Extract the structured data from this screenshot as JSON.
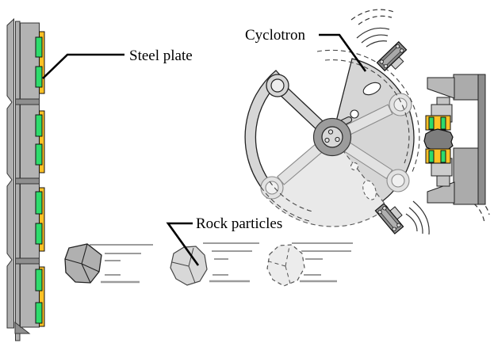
{
  "labels": {
    "cyclotron": "Cyclotron",
    "steel_plate": "Steel plate",
    "rock_particles": "Rock particles"
  },
  "palette": {
    "background": "#ffffff",
    "steel_panel_gray": "#b3b3b3",
    "rotor_gray": "#d6d6d6",
    "ghost_gray": "#e9e9e9",
    "hub_gray": "#9c9c9c",
    "frame_dark_gray": "#8c8c8c",
    "pad_orange": "#ffc125",
    "pad_green": "#2edb6b",
    "rock_dark_gray": "#7d7d7d",
    "outline": "#222222"
  },
  "components": {
    "steel_plate_assembly": {
      "sections": 4,
      "green_pads_per_section": 2
    },
    "rock_particles": {
      "count": 3,
      "styles": [
        "solid",
        "faded",
        "dashed-outline"
      ]
    },
    "cyclotron": {
      "hub_bolts": 3,
      "spoke_rings": 4,
      "impact_blades": 2
    },
    "feeder": {
      "orange_pads": 2,
      "green_pins_per_pad": 2
    }
  }
}
